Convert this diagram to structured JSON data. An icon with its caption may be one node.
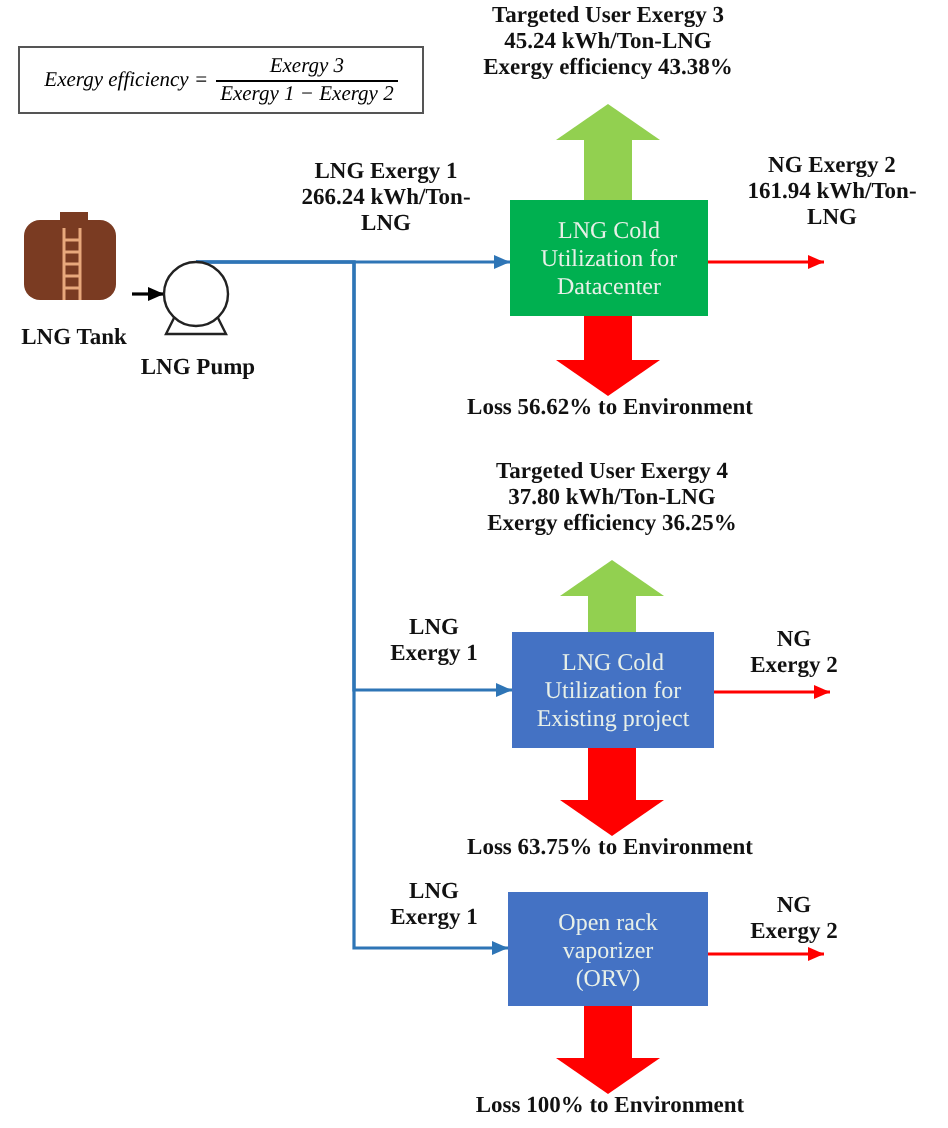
{
  "diagram": {
    "nodes": [
      {
        "text": [
          "Exergy efficiency =",
          "Exergy 3",
          "Exergy 1 − Exergy 2"
        ]
      },
      {
        "text": [
          "Targeted User Exergy 3",
          "45.24 kWh/Ton-LNG",
          "Exergy efficiency 43.38%"
        ]
      },
      {
        "text": [
          "LNG Tank"
        ]
      },
      {
        "text": [
          "LNG Pump"
        ]
      },
      {
        "text": [
          "LNG Cold Utilization for Datacenter"
        ]
      },
      {
        "text": [
          "Loss 56.62% to Environment"
        ]
      },
      {
        "text": [
          "Targeted User Exergy 4",
          "37.80 kWh/Ton-LNG",
          "Exergy efficiency 36.25%"
        ]
      },
      {
        "text": [
          "LNG Cold Utilization for Existing project"
        ]
      },
      {
        "text": [
          "Loss 63.75% to Environment"
        ]
      },
      {
        "text": [
          "Open rack vaporizer (ORV)"
        ]
      },
      {
        "text": [
          "Loss 100% to Environment"
        ]
      }
    ],
    "edges": [
      {
        "from": 2,
        "to": 3,
        "arrow": "to",
        "color": "#000000"
      },
      {
        "from": 3,
        "to": 4,
        "arrow": "to",
        "label": "LNG Exergy 1 266.24 kWh/Ton-LNG",
        "color": "#2e75b6"
      },
      {
        "from": 3,
        "to": 7,
        "arrow": "to",
        "label": "LNG Exergy 1",
        "color": "#2e75b6"
      },
      {
        "from": 3,
        "to": 9,
        "arrow": "to",
        "label": "LNG Exergy 1",
        "color": "#2e75b6"
      },
      {
        "from": 4,
        "to": null,
        "arrow": "to",
        "label": "NG Exergy 2 161.94 kWh/Ton-LNG",
        "color": "#ff0000"
      },
      {
        "from": 4,
        "to": 1,
        "arrow": "to",
        "style": "thick",
        "color": "#92d050"
      },
      {
        "from": 4,
        "to": 5,
        "arrow": "to",
        "style": "thick",
        "color": "#ff0000"
      },
      {
        "from": 7,
        "to": null,
        "arrow": "to",
        "label": "NG Exergy 2",
        "color": "#ff0000"
      },
      {
        "from": 7,
        "to": 6,
        "arrow": "to",
        "style": "thick",
        "color": "#92d050"
      },
      {
        "from": 7,
        "to": 8,
        "arrow": "to",
        "style": "thick",
        "color": "#ff0000"
      },
      {
        "from": 9,
        "to": null,
        "arrow": "to",
        "label": "NG Exergy 2",
        "color": "#ff0000"
      },
      {
        "from": 9,
        "to": 10,
        "arrow": "to",
        "style": "thick",
        "color": "#ff0000"
      }
    ]
  }
}
